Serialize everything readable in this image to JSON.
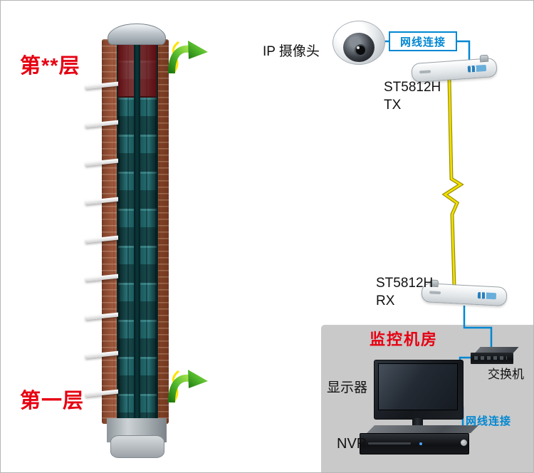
{
  "colors": {
    "accent_red": "#e60012",
    "accent_blue": "#0087d2",
    "wireless_yellow": "#f0e000",
    "room_panel_gray": "#c9c9c9",
    "arrow_green": "#53b92c"
  },
  "tower": {
    "floor_top_label": "第**层",
    "floor_bottom_label": "第一层"
  },
  "camera": {
    "label": "IP 摄像头"
  },
  "links": {
    "cable_top_label": "网线连接",
    "cable_bottom_label": "网线连接"
  },
  "tx": {
    "model": "ST5812H",
    "role": "TX"
  },
  "rx": {
    "model": "ST5812H",
    "role": "RX"
  },
  "room": {
    "title": "监控机房",
    "monitor_label": "显示器",
    "switch_label": "交换机",
    "nvr_label": "NVR"
  }
}
